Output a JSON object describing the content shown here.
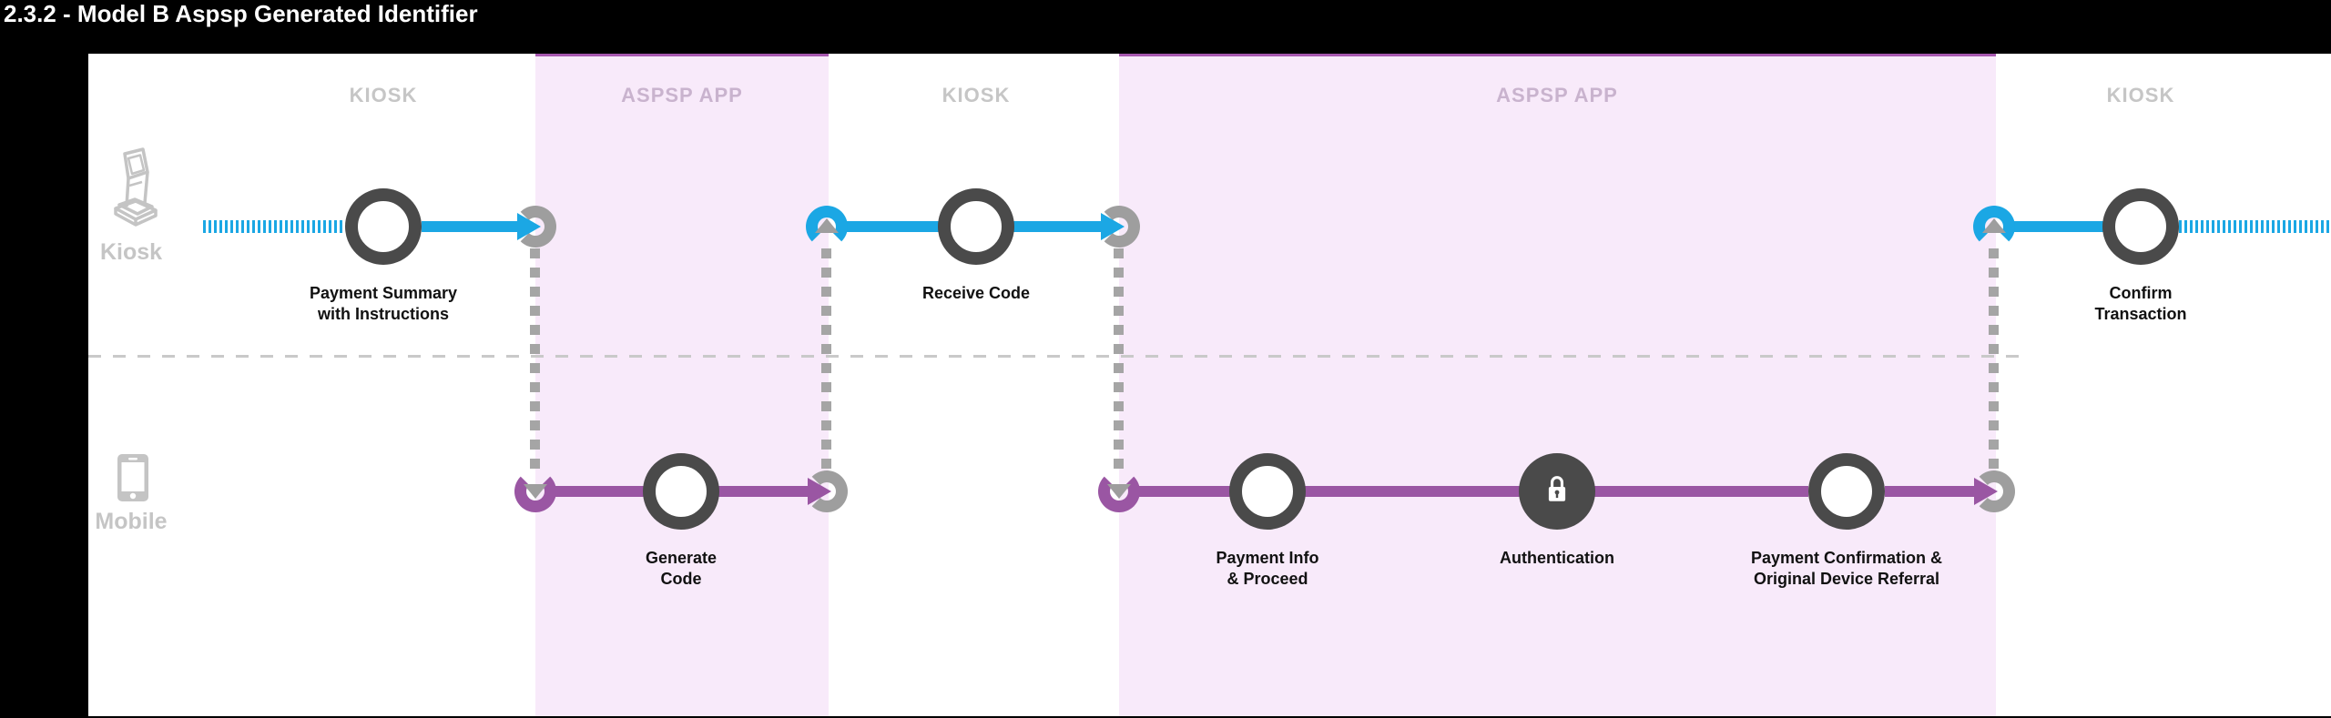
{
  "title": "2.3.2 - Model B Aspsp Generated Identifier",
  "colors": {
    "background": "#000000",
    "canvas": "#ffffff",
    "blue": "#1ba7e4",
    "purple": "#9a56a3",
    "node_border": "#4a4a4a",
    "ring_gray": "#9e9e9e",
    "dash_gray": "#a5a5a5",
    "separator_gray": "#c9c9c9",
    "lane_label_gray": "#c5c5c5",
    "kiosk_header_gray": "#c6c6c6",
    "aspsp_header_purple": "#c9b3ce",
    "band_pink": "#f8eafa",
    "band_border_purple": "#a758b0",
    "icon_gray": "#c4c4c4"
  },
  "column_headers": [
    {
      "label": "KIOSK",
      "type": "kiosk"
    },
    {
      "label": "ASPSP APP",
      "type": "aspsp"
    },
    {
      "label": "KIOSK",
      "type": "kiosk"
    },
    {
      "label": "ASPSP APP",
      "type": "aspsp"
    },
    {
      "label": "KIOSK",
      "type": "kiosk"
    }
  ],
  "lanes": [
    {
      "id": "kiosk",
      "label": "Kiosk",
      "icon": "kiosk-terminal-icon"
    },
    {
      "id": "mobile",
      "label": "Mobile",
      "icon": "smartphone-icon"
    }
  ],
  "nodes": [
    {
      "lane": "Kiosk",
      "column": "KIOSK",
      "label": "Payment Summary\nwith Instructions"
    },
    {
      "lane": "Mobile",
      "column": "ASPSP APP",
      "label": "Generate\nCode"
    },
    {
      "lane": "Kiosk",
      "column": "KIOSK",
      "label": "Receive Code"
    },
    {
      "lane": "Mobile",
      "column": "ASPSP APP",
      "label": "Payment Info\n& Proceed"
    },
    {
      "lane": "Mobile",
      "column": "ASPSP APP",
      "label": "Authentication",
      "icon": "lock-icon"
    },
    {
      "lane": "Mobile",
      "column": "ASPSP APP",
      "label": "Payment Confirmation &\nOriginal Device Referral"
    },
    {
      "lane": "Kiosk",
      "column": "KIOSK",
      "label": "Confirm\nTransaction"
    }
  ],
  "connectors": [
    {
      "from": "Payment Summary with Instructions",
      "to": "Generate Code",
      "direction": "down"
    },
    {
      "from": "Generate Code",
      "to": "Receive Code",
      "direction": "up"
    },
    {
      "from": "Receive Code",
      "to": "Payment Info & Proceed",
      "direction": "down"
    },
    {
      "from": "Payment Confirmation & Original Device Referral",
      "to": "Confirm Transaction",
      "direction": "up"
    }
  ]
}
